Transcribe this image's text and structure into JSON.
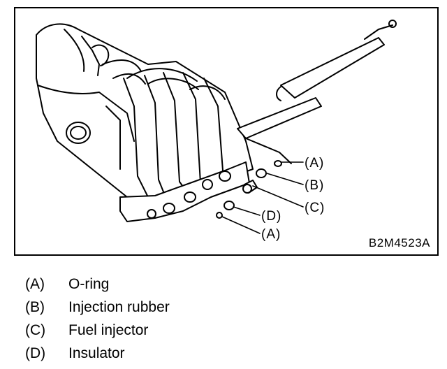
{
  "figure": {
    "id": "B2M4523A",
    "callouts": {
      "a_upper": "(A)",
      "b": "(B)",
      "c": "(C)",
      "d": "(D)",
      "a_lower": "(A)"
    }
  },
  "legend": [
    {
      "key": "(A)",
      "text": "O-ring"
    },
    {
      "key": "(B)",
      "text": "Injection rubber"
    },
    {
      "key": "(C)",
      "text": "Fuel injector"
    },
    {
      "key": "(D)",
      "text": "Insulator"
    }
  ]
}
